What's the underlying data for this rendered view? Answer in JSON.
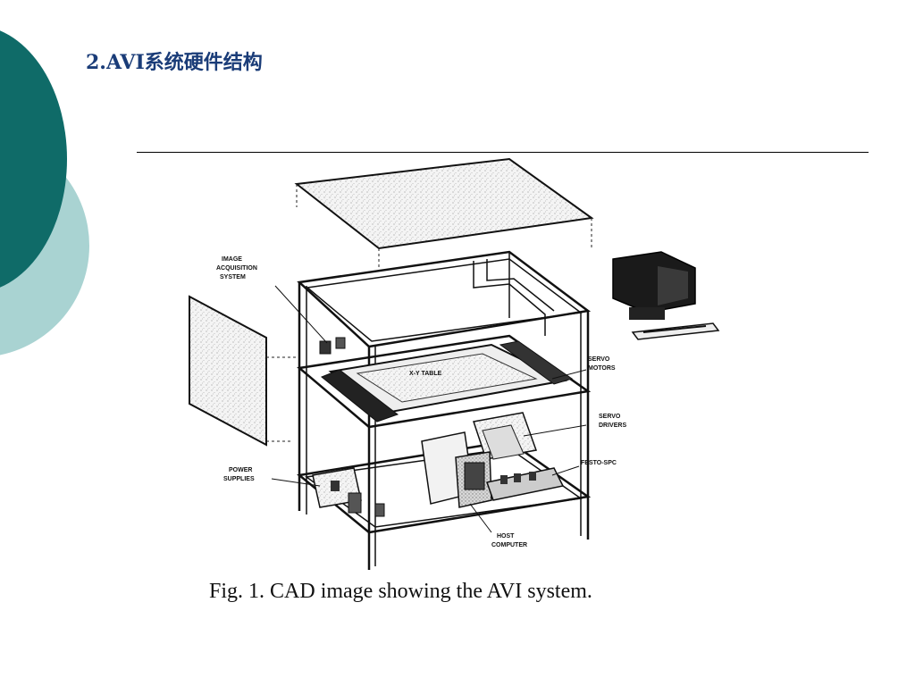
{
  "slide": {
    "title": "2.AVI系统硬件结构",
    "caption": "Fig. 1. CAD image showing the AVI system."
  },
  "figure": {
    "labels": {
      "image_acquisition_l1": "IMAGE",
      "image_acquisition_l2": "ACQUISITION",
      "image_acquisition_l3": "SYSTEM",
      "servo_motors_l1": "SERVO",
      "servo_motors_l2": "MOTORS",
      "servo_drivers_l1": "SERVO",
      "servo_drivers_l2": "DRIVERS",
      "festo_spc": "FESTO-SPC",
      "power_supplies_l1": "POWER",
      "power_supplies_l2": "SUPPLIES",
      "host_computer_l1": "HOST",
      "host_computer_l2": "COMPUTER",
      "xy_table": "X-Y TABLE"
    }
  },
  "colors": {
    "title": "#1a3c78",
    "accent_dark": "#0f6b68",
    "accent_light": "#a9d3d2",
    "rule": "#000000"
  }
}
